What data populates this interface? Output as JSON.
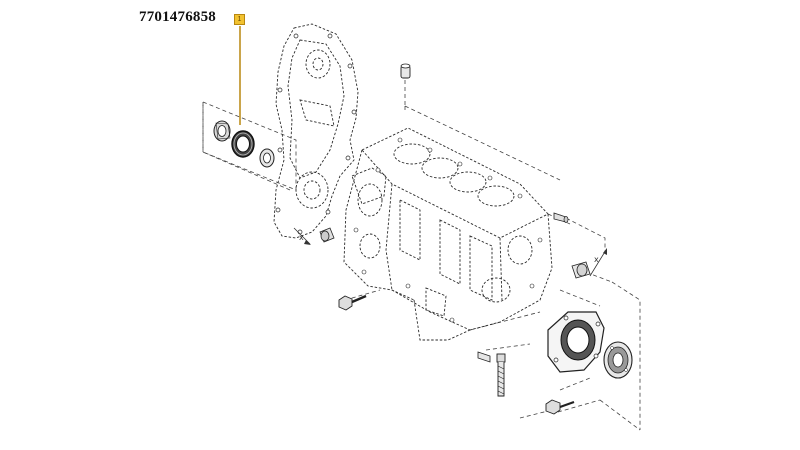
{
  "part": {
    "number": "7701476858",
    "callout": "1"
  },
  "diagram": {
    "axis_marker_label": "x"
  },
  "colors": {
    "callout_fill": "#f2c230",
    "callout_leader": "#b8870f",
    "line": "#2a2a2a",
    "highlight_seal": "#1a1a1a"
  }
}
